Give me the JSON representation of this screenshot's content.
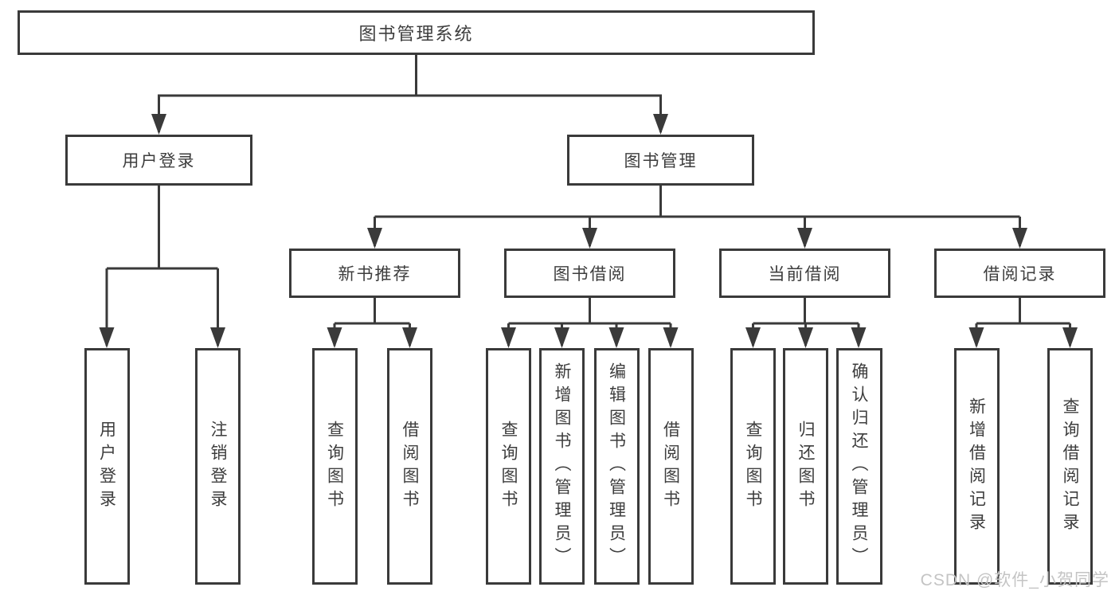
{
  "diagram": {
    "root": "图书管理系统",
    "level2": [
      "用户登录",
      "图书管理"
    ],
    "level3": [
      "新书推荐",
      "图书借阅",
      "当前借阅",
      "借阅记录"
    ],
    "leaves": {
      "user_login": [
        "用户登录",
        "注销登录"
      ],
      "new_book_recommend": [
        "查询图书",
        "借阅图书"
      ],
      "book_borrow": [
        "查询图书",
        "新增图书（管理员）",
        "编辑图书（管理员）",
        "借阅图书"
      ],
      "current_borrow": [
        "查询图书",
        "归还图书",
        "确认归还（管理员）"
      ],
      "borrow_records": [
        "新增借阅记录",
        "查询借阅记录"
      ]
    }
  },
  "watermark": "CSDN @软件_小贺同学",
  "colors": {
    "line": "#3a3a3a",
    "text": "#3d3d3d",
    "watermark": "#c4c4c4",
    "background": "#ffffff"
  }
}
